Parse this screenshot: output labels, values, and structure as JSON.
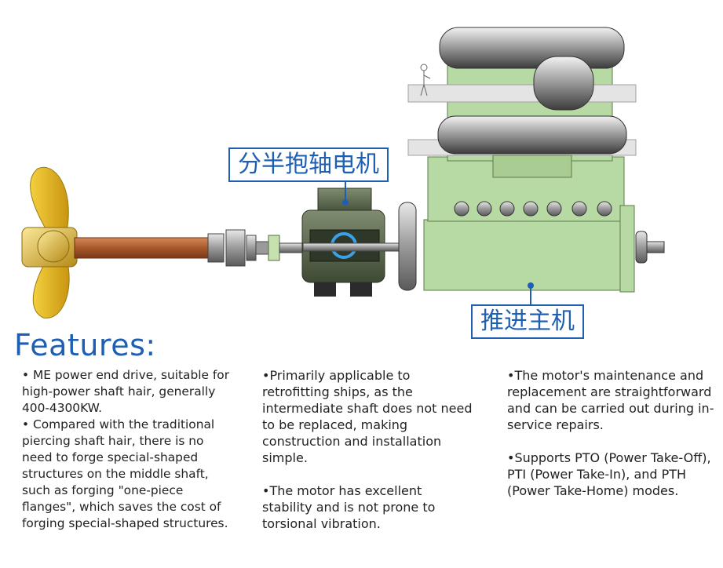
{
  "labels": {
    "motor": "分半抱轴电机",
    "engine": "推进主机"
  },
  "features": {
    "title": "Features:",
    "col1": [
      "• ME power end drive, suitable for high-power shaft hair, generally 400-4300KW.",
      "• Compared with the traditional piercing shaft hair, there is no need to forge special-shaped structures on the middle shaft, such as forging \"one-piece flanges\", which saves the cost of forging special-shaped structures."
    ],
    "col2": [
      "•Primarily applicable to retrofitting ships, as the intermediate shaft does not need to be replaced, making construction and installation simple.",
      "•The motor has excellent stability and is not prone to torsional vibration."
    ],
    "col3": [
      "•The motor's maintenance and replacement are straightforward and can be carried out during in-service repairs.",
      "•Supports PTO (Power Take-Off), PTI (Power Take-In), and PTH (Power Take-Home) modes."
    ]
  },
  "colors": {
    "accent": "#1f5fb3",
    "engine": "#b7d9a3",
    "propeller": "#e8b820",
    "shaft": "#b86a3c",
    "motor": "#5b6a4e"
  }
}
